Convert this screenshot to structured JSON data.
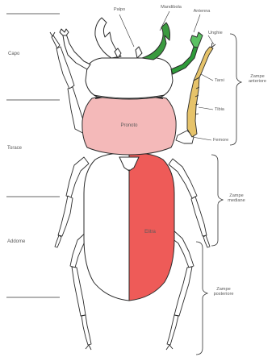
{
  "labels": {
    "palpo": "Palpo",
    "mandibola": "Mandibola",
    "antenna": "Antenna",
    "unghie": "Unghie",
    "tarsi": "Tarsi",
    "tibia": "Tibia",
    "femore": "Femore",
    "pronoto": "Pronoto",
    "elitra": "Elitra",
    "capo": "Capo",
    "torace": "Torace",
    "addome": "Addome",
    "zampe_anteriore_line1": "Zampe",
    "zampe_anteriore_line2": "anteriore",
    "zampe_mediane_line1": "Zampe",
    "zampe_mediane_line2": "mediane",
    "zampe_posteriore_line1": "Zampe",
    "zampe_posteriore_line2": "posteriore"
  },
  "colors": {
    "antenna": "#2e9b3a",
    "antenna_light": "#5cc163",
    "mandible": "#3a9a3f",
    "pronotum": "#f4b9b9",
    "elytron": "#ee5b58",
    "leg_yellow": "#e6c36a",
    "outline": "#2b2b2b",
    "label": "#5a5a5a"
  }
}
